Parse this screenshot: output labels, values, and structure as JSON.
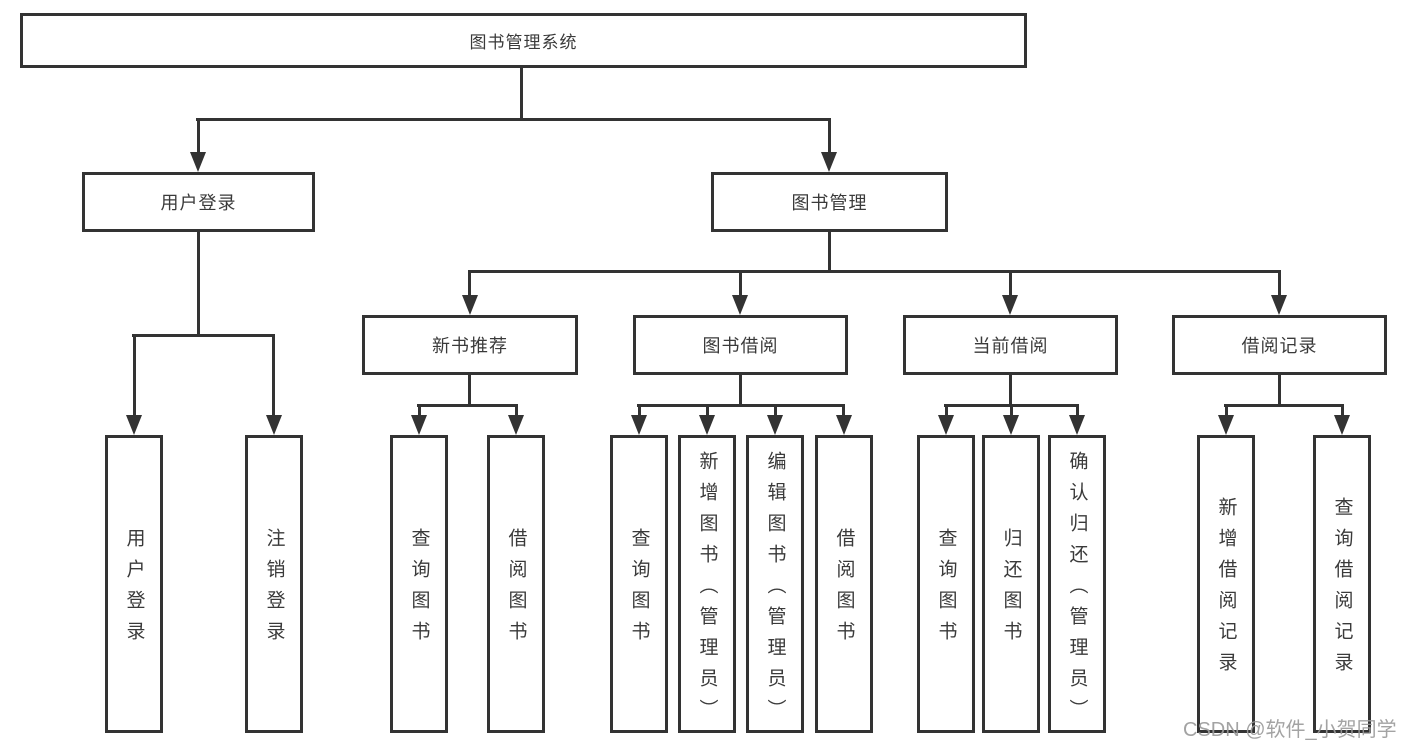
{
  "colors": {
    "line": "#333333",
    "text": "#3a3a3a",
    "background": "#ffffff",
    "watermark": "#9b9b9b"
  },
  "tree": {
    "root": {
      "label": "图书管理系统"
    },
    "level2": [
      {
        "label": "用户登录"
      },
      {
        "label": "图书管理"
      }
    ],
    "level3": [
      {
        "label": "新书推荐",
        "parent": "图书管理"
      },
      {
        "label": "图书借阅",
        "parent": "图书管理"
      },
      {
        "label": "当前借阅",
        "parent": "图书管理"
      },
      {
        "label": "借阅记录",
        "parent": "图书管理"
      }
    ],
    "leaves": [
      {
        "label": "用户登录",
        "parent": "用户登录"
      },
      {
        "label": "注销登录",
        "parent": "用户登录"
      },
      {
        "label": "查询图书",
        "parent": "新书推荐"
      },
      {
        "label": "借阅图书",
        "parent": "新书推荐"
      },
      {
        "label": "查询图书",
        "parent": "图书借阅"
      },
      {
        "label": "新增图书（管理员）",
        "parent": "图书借阅"
      },
      {
        "label": "编辑图书（管理员）",
        "parent": "图书借阅"
      },
      {
        "label": "借阅图书",
        "parent": "图书借阅"
      },
      {
        "label": "查询图书",
        "parent": "当前借阅"
      },
      {
        "label": "归还图书",
        "parent": "当前借阅"
      },
      {
        "label": "确认归还（管理员）",
        "parent": "当前借阅"
      },
      {
        "label": "新增借阅记录",
        "parent": "借阅记录"
      },
      {
        "label": "查询借阅记录",
        "parent": "借阅记录"
      }
    ]
  },
  "watermark": {
    "text": "CSDN @软件_小贺同学"
  }
}
